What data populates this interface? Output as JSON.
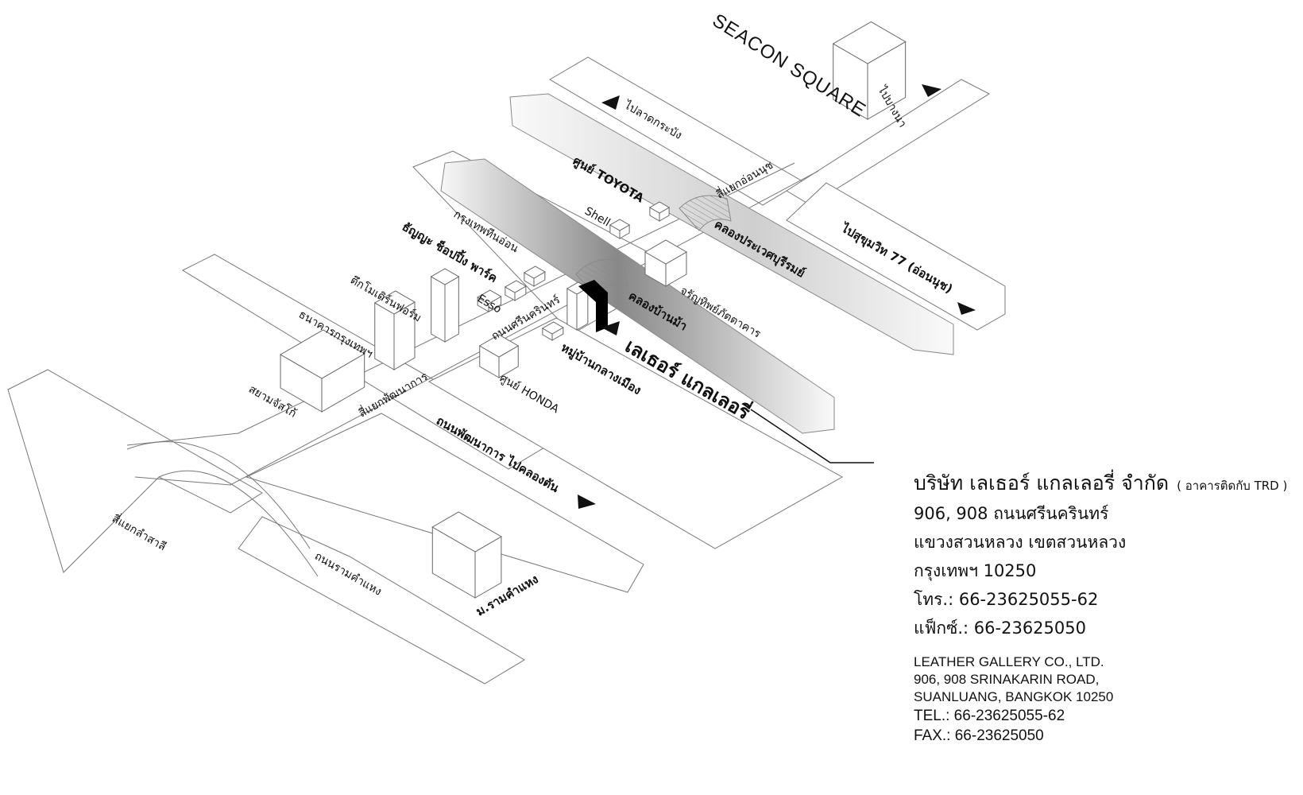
{
  "map": {
    "labels": {
      "seacon": "SEACON SQUARE",
      "to_lat_krabang": "ไปลาดกระบัง",
      "to_bang_na": "ไปบางนา",
      "toyota": "ศูนย์ TOYOTA",
      "on_nut_junction": "สี่แยกอ่อนนุช",
      "shell": "Shell",
      "khlong_prawet": "คลองประเวศบุรีรมย์",
      "to_sukhumvit": "ไปสุขุมวิท 77 (อ่อนนุช)",
      "bangkok_green": "กรุงเทพทีนอ่อน",
      "thanya_park": "ธัญญะ ช็อปปิ้ง พาร์ค",
      "modernform": "ตึกโมเดิร์นฟอร์ม",
      "esso": "Esso",
      "bangkok_bank": "ธนาคารกรุงเทพฯ",
      "srinakarin_road": "ถนนศรีนครินทร์",
      "khlong_ban_ma": "คลองบ้านม้า",
      "charuntip": "จรัญทิพย์ภัตตาคาร",
      "leather_gallery": "เลเธอร์ แกลเลอรี่",
      "klang_muang": "หมู่บ้านกลางเมือง",
      "siam_jusco": "สยามจัสโก้",
      "pattanakarn_junction": "สี่แยกพัฒนาการ",
      "honda": "ศูนย์ HONDA",
      "pattanakarn_road": "ถนนพัฒนาการ ไปคลองตัน",
      "lam_sali_junction": "สี่แยกลำสาลี",
      "ramkhamhaeng_road": "ถนนรามคำแหง",
      "ramkhamhaeng_univ": "ม.รามคำแหง"
    }
  },
  "info": {
    "company_th": "บริษัท เลเธอร์ แกลเลอรี่ จำกัด",
    "note_th": "( อาคารติดกับ TRD )",
    "address_th_1": "906, 908 ถนนศรีนครินทร์",
    "address_th_2": "แขวงสวนหลวง เขตสวนหลวง",
    "address_th_3": "กรุงเทพฯ 10250",
    "tel_th": "โทร.: 66-23625055-62",
    "fax_th": "แฟ็กซ์.: 66-23625050",
    "company_en": "LEATHER GALLERY CO., LTD.",
    "address_en_1": "906, 908 SRINAKARIN ROAD,",
    "address_en_2": "SUANLUANG, BANGKOK 10250",
    "tel_en": "TEL.: 66-23625055-62",
    "fax_en": "FAX.: 66-23625050"
  },
  "colors": {
    "ink": "#111111",
    "road_line": "#777777",
    "canal_dark": "#7a7a7a",
    "canal_light": "#f4f4f4"
  }
}
